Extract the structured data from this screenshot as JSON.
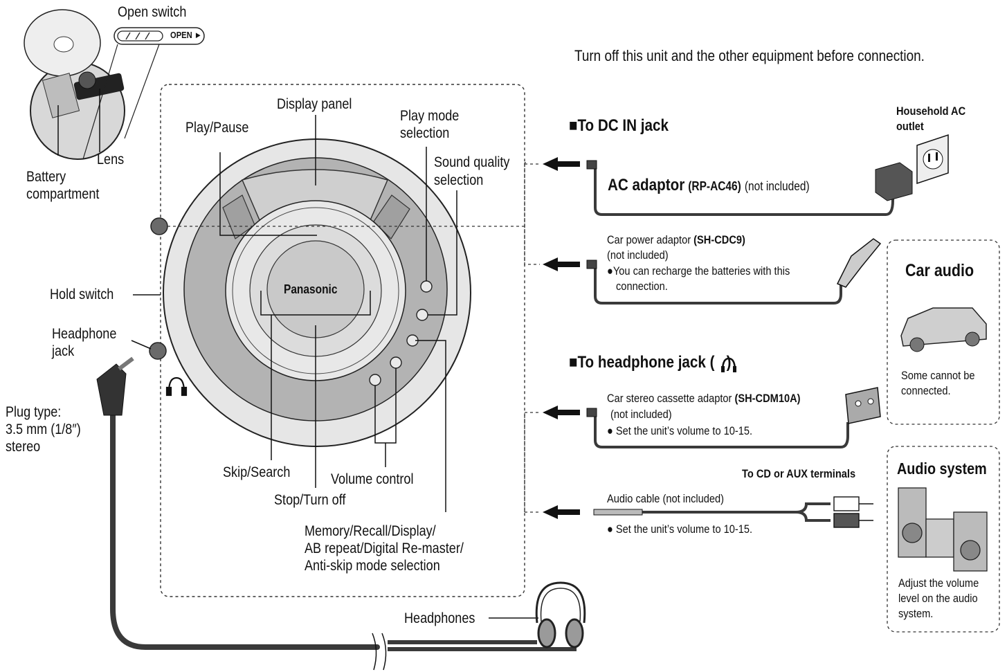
{
  "intro": "Turn off this unit and the other equipment before connection.",
  "unit": {
    "brand": "Panasonic",
    "open_switch": "Open switch",
    "open_switch_marker": "OPEN ►",
    "lens": "Lens",
    "battery_compartment_1": "Battery",
    "battery_compartment_2": "compartment",
    "display_panel": "Display panel",
    "play_pause": "Play/Pause",
    "play_mode_1": "Play mode",
    "play_mode_2": "selection",
    "sound_quality_1": "Sound quality",
    "sound_quality_2": "selection",
    "hold_switch": "Hold switch",
    "headphone_jack_1": "Headphone",
    "headphone_jack_2": "jack",
    "plug_type_1": "Plug type:",
    "plug_type_2": "3.5 mm (1/8″)",
    "plug_type_3": "stereo",
    "skip_search": "Skip/Search",
    "stop_turn_off": "Stop/Turn off",
    "volume_control": "Volume control",
    "memory_1": "Memory/Recall/Display/",
    "memory_2": "AB repeat/Digital Re-master/",
    "memory_3": "Anti-skip mode selection",
    "headphones": "Headphones"
  },
  "dc_section": {
    "heading": "■To DC IN jack",
    "outlet_1": "Household AC",
    "outlet_2": "outlet",
    "ac_adaptor": "AC adaptor",
    "ac_model": "(RP-AC46)",
    "ac_note": "(not included)",
    "car_adaptor": "Car power adaptor",
    "car_model": "(SH-CDC9)",
    "car_note": "(not included)",
    "car_bullet_1": "●You can recharge the batteries with this",
    "car_bullet_2": "connection."
  },
  "headphone_section": {
    "heading_prefix": "■To headphone jack (",
    "heading_suffix": ")",
    "cassette": "Car stereo cassette adaptor",
    "cassette_model": "(SH-CDM10A)",
    "cassette_note": "(not included)",
    "cassette_bullet": "● Set the unit’s volume to 10-15.",
    "terminals": "To CD or AUX terminals",
    "audio_cable": "Audio cable (not included)",
    "audio_bullet": "● Set the unit’s volume to 10-15."
  },
  "car_box": {
    "title": "Car audio",
    "note_1": "Some cannot be",
    "note_2": "connected."
  },
  "audio_box": {
    "title": "Audio system",
    "note_1": "Adjust the volume",
    "note_2": "level on the audio",
    "note_3": "system."
  },
  "colors": {
    "ink": "#111111",
    "light_gray": "#e4e4e4",
    "mid_gray": "#b4b4b4",
    "dark_gray": "#8c8c8c",
    "cable": "#3a3a3a"
  }
}
